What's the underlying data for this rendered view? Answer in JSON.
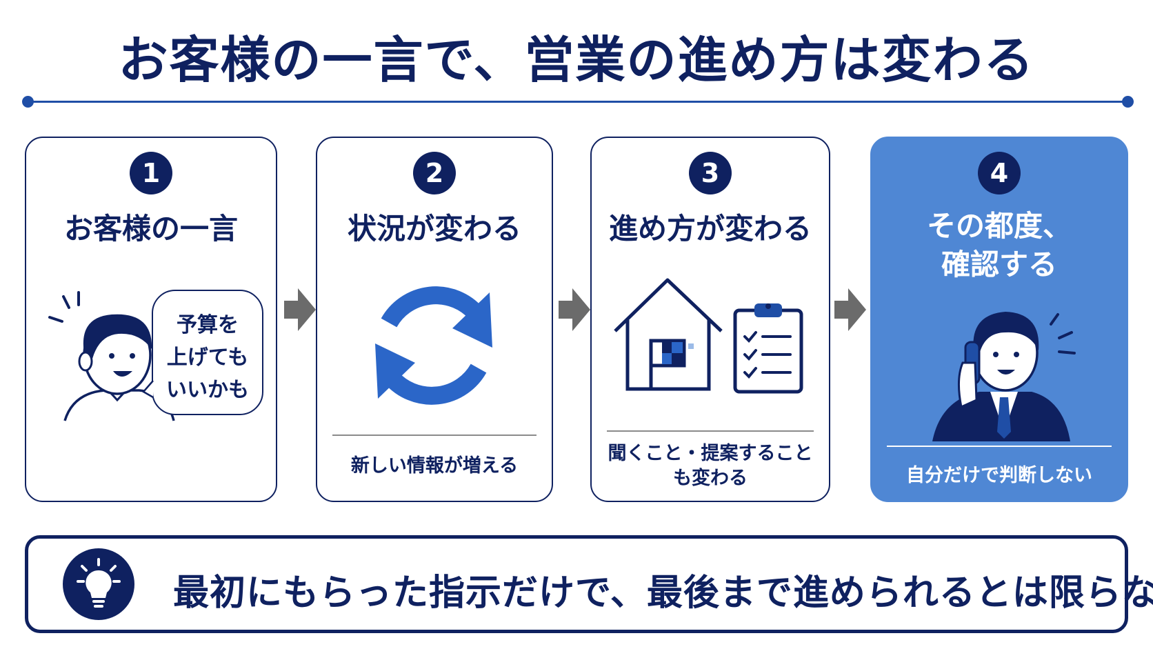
{
  "title": "お客様の一言で、営業の進め方は変わる",
  "steps": [
    {
      "number": "1",
      "title": "お客様の一言",
      "bubble": [
        "予算を",
        "上げても",
        "いいかも"
      ]
    },
    {
      "number": "2",
      "title": "状況が変わる",
      "caption": "新しい情報が増える"
    },
    {
      "number": "3",
      "title": "進め方が変わる",
      "caption": [
        "聞くこと・提案すること",
        "も変わる"
      ]
    },
    {
      "number": "4",
      "title": [
        "その都度、",
        "確認する"
      ],
      "caption": "自分だけで判断しない"
    }
  ],
  "conclusion": "最初にもらった指示だけで、最後まで進められるとは限らない",
  "colors": {
    "navy": "#0f2160",
    "accent_blue": "#2b66c8",
    "highlight_card": "#4f87d4",
    "arrow_gray": "#6b6b6b"
  },
  "icons": [
    "person-speaking-icon",
    "refresh-cycle-icon",
    "house-icon",
    "checklist-icon",
    "businessman-phone-icon",
    "lightbulb-icon",
    "arrow-right-icon"
  ]
}
